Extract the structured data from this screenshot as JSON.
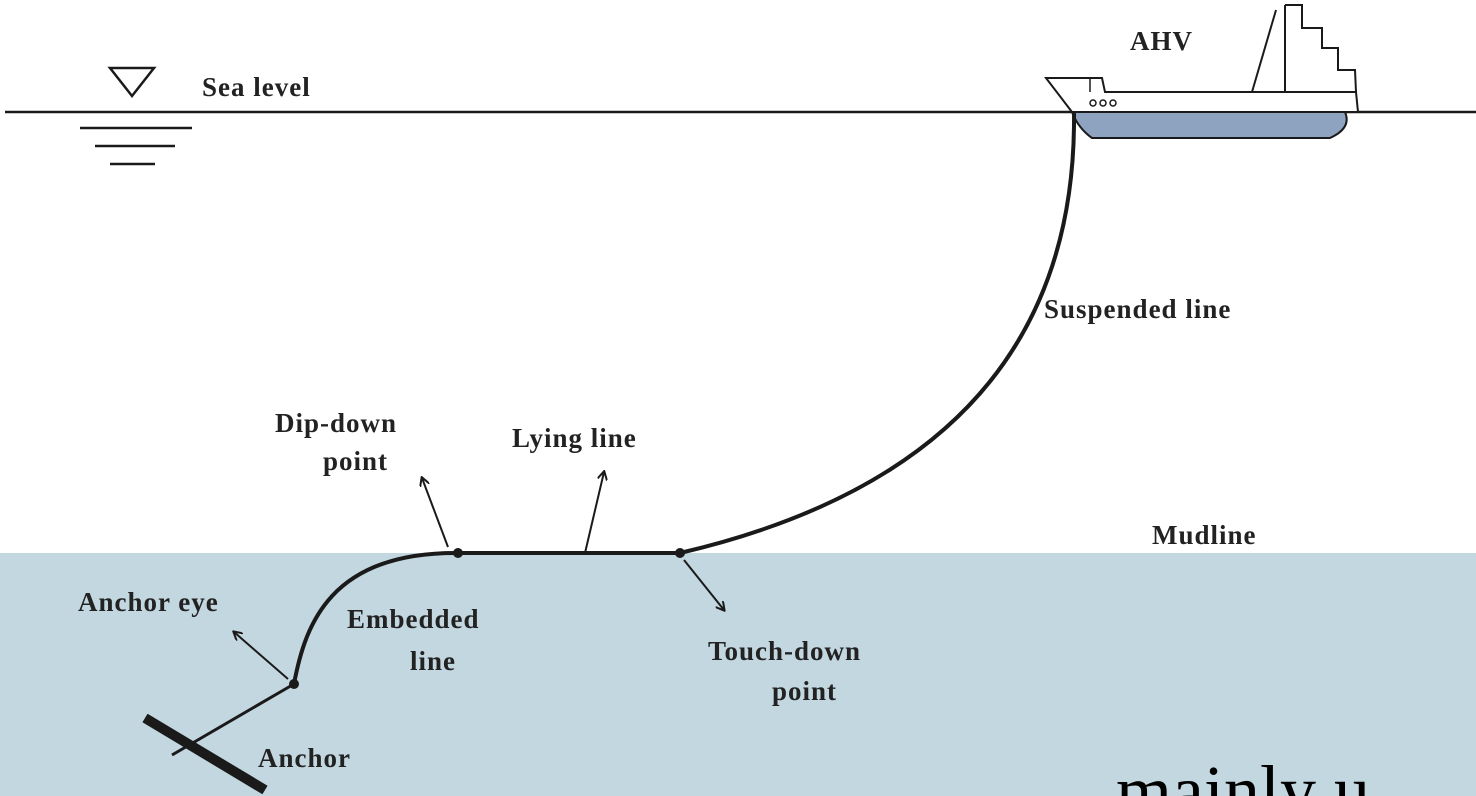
{
  "colors": {
    "seabed": "#c3d7e0",
    "hull": "#8ea3c0",
    "line": "#1a1a1a",
    "background": "#ffffff"
  },
  "icons": {
    "sea_level": "water-level-triangle-icon",
    "vessel": "ship-icon",
    "anchor": "anchor-bar-icon"
  },
  "labels": {
    "sea_level": "Sea level",
    "vessel": "AHV",
    "suspended_line": "Suspended line",
    "mudline": "Mudline",
    "dip_down_point": [
      "Dip-down",
      "point"
    ],
    "lying_line": "Lying  line",
    "anchor_eye": "Anchor eye",
    "embedded_line": [
      "Embedded",
      "line"
    ],
    "touch_down_point": [
      "Touch-down",
      "point"
    ],
    "anchor": "Anchor"
  },
  "overlay_text": "mainly u"
}
